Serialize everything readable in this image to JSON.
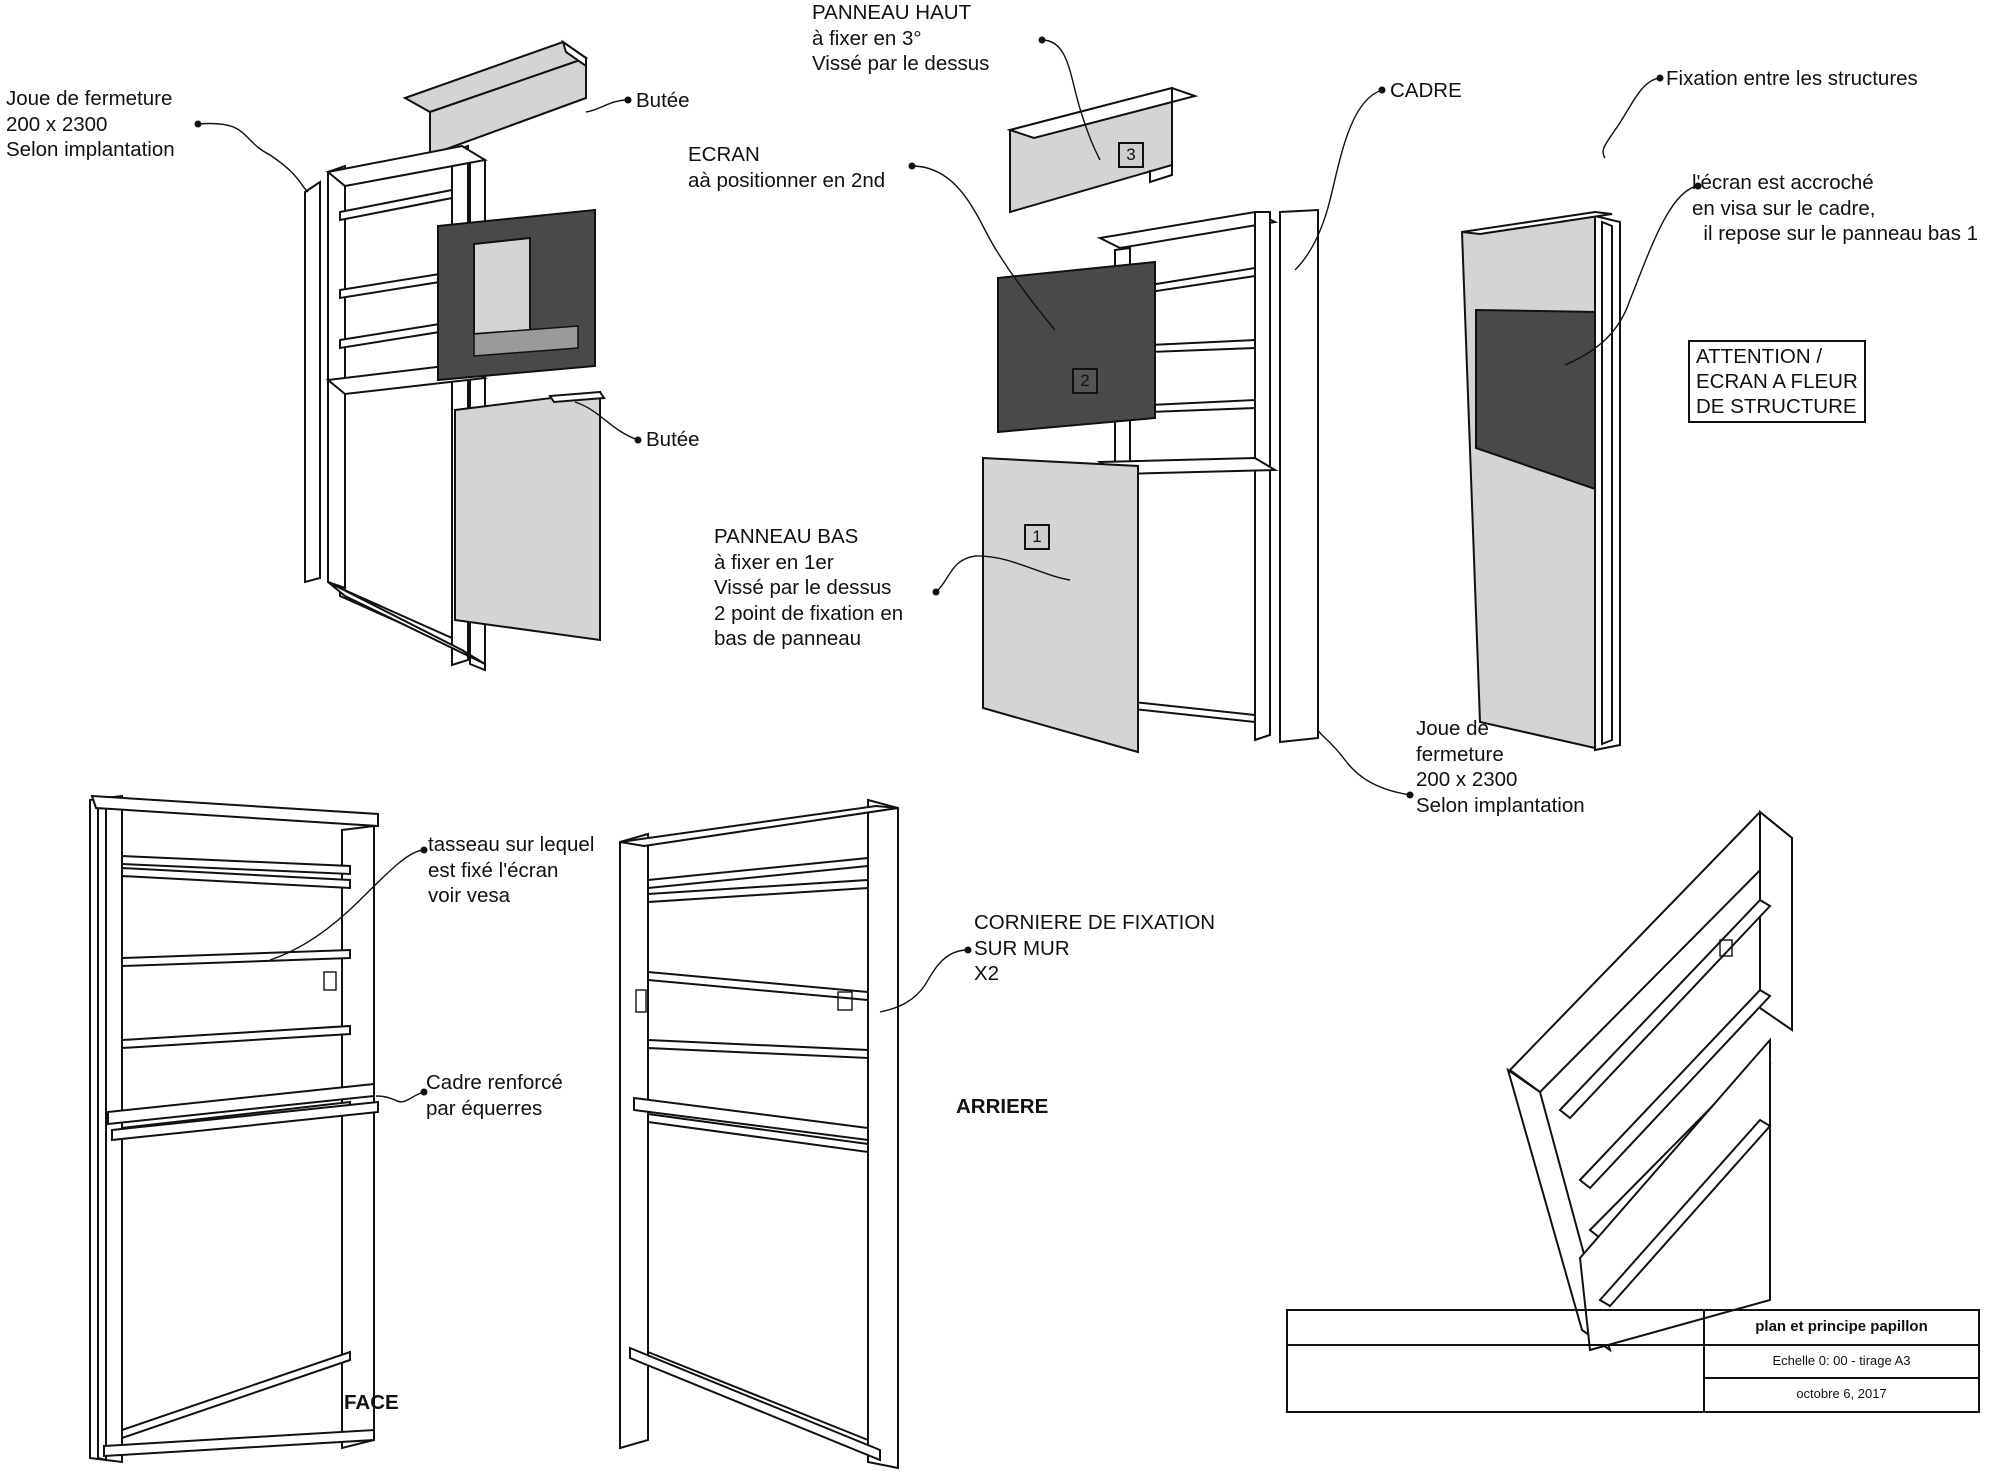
{
  "labels": {
    "joue_left": "Joue de fermeture\n200 x 2300\nSelon implantation",
    "butee_top": "Butée",
    "butee_mid": "Butée",
    "panneau_haut": "PANNEAU HAUT\nà fixer en 3°\nVissé par le dessus",
    "ecran": "ECRAN\naà positionner en 2nd",
    "cadre": "CADRE",
    "panneau_bas": "PANNEAU BAS\nà fixer en 1er\nVissé par le dessus\n2 point de fixation en\nbas de panneau",
    "joue_right": "Joue de\nfermeture\n200 x 2300\nSelon implantation",
    "fixation": "Fixation entre les structures",
    "ecran_accroche": "l'écran est accroché\nen visa sur le cadre,\n  il repose sur le panneau bas 1",
    "attention": "ATTENTION /\nECRAN A FLEUR\nDE STRUCTURE",
    "tasseau": "tasseau sur lequel\nest fixé l'écran\nvoir vesa",
    "cadre_renforce": "Cadre renforcé\npar équerres",
    "corniere": "CORNIERE DE FIXATION\nSUR MUR\nX2",
    "face": "FACE",
    "arriere": "ARRIERE"
  },
  "numbers": {
    "n1": "1",
    "n2": "2",
    "n3": "3"
  },
  "title_block": {
    "title": "plan et principe papillon",
    "scale": "Echelle  0: 00 - tirage A3",
    "date": "octobre 6, 2017"
  }
}
